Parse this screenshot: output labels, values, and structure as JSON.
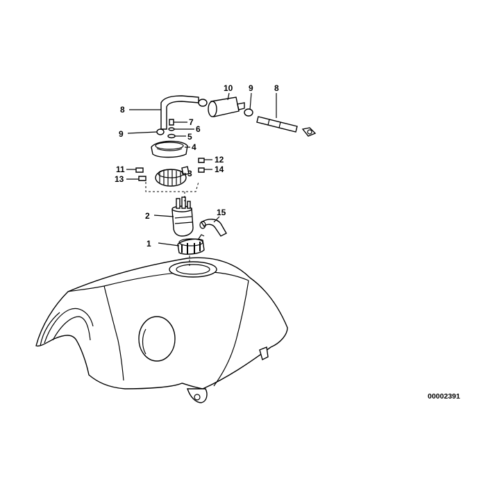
{
  "diagram": {
    "reference_number": "00002391",
    "callouts": [
      {
        "id": "1",
        "text": "1"
      },
      {
        "id": "2",
        "text": "2"
      },
      {
        "id": "3",
        "text": "3"
      },
      {
        "id": "4",
        "text": "4"
      },
      {
        "id": "5",
        "text": "5"
      },
      {
        "id": "6",
        "text": "6"
      },
      {
        "id": "7",
        "text": "7"
      },
      {
        "id": "8a",
        "text": "8"
      },
      {
        "id": "8b",
        "text": "8"
      },
      {
        "id": "9a",
        "text": "9"
      },
      {
        "id": "9b",
        "text": "9"
      },
      {
        "id": "10",
        "text": "10"
      },
      {
        "id": "11",
        "text": "11"
      },
      {
        "id": "12",
        "text": "12"
      },
      {
        "id": "13",
        "text": "13"
      },
      {
        "id": "14",
        "text": "14"
      },
      {
        "id": "15",
        "text": "15"
      }
    ]
  }
}
